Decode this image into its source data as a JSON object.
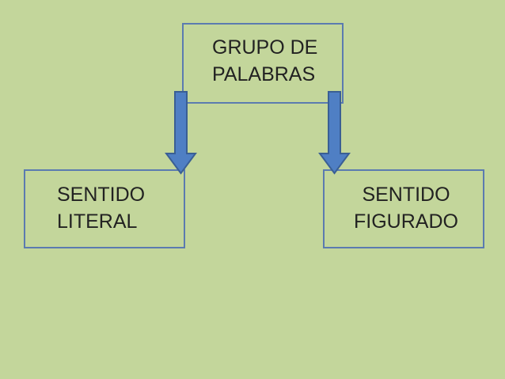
{
  "diagram": {
    "top_box": {
      "line1": "GRUPO DE",
      "line2": "PALABRAS"
    },
    "left_box": {
      "line1": "SENTIDO",
      "line2": "LITERAL"
    },
    "right_box": {
      "line1": "SENTIDO",
      "line2": "FIGURADO"
    }
  },
  "colors": {
    "background": "#c3d69b",
    "box_border": "#5b7bb0",
    "arrow_fill": "#4f7fc4",
    "arrow_stroke": "#3a5f94",
    "text": "#222222"
  }
}
